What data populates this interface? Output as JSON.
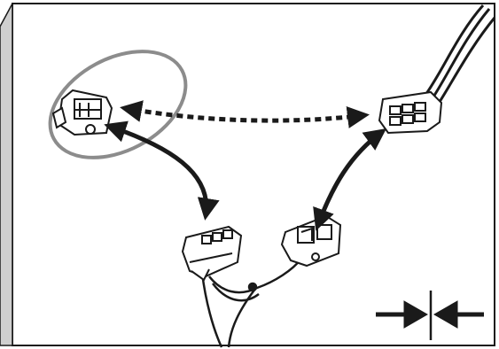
{
  "diagram": {
    "type": "connector-installation-illustration",
    "icons": {
      "highlight": "ellipse-highlight",
      "dashed_link": "dashed-double-arrow",
      "connect_symbol": "connect-arrows-icon"
    },
    "colors": {
      "line": "#1a1a1a",
      "highlight": "#8c8c8c",
      "background": "#ffffff",
      "side_panel": "#cfcfcf"
    }
  }
}
